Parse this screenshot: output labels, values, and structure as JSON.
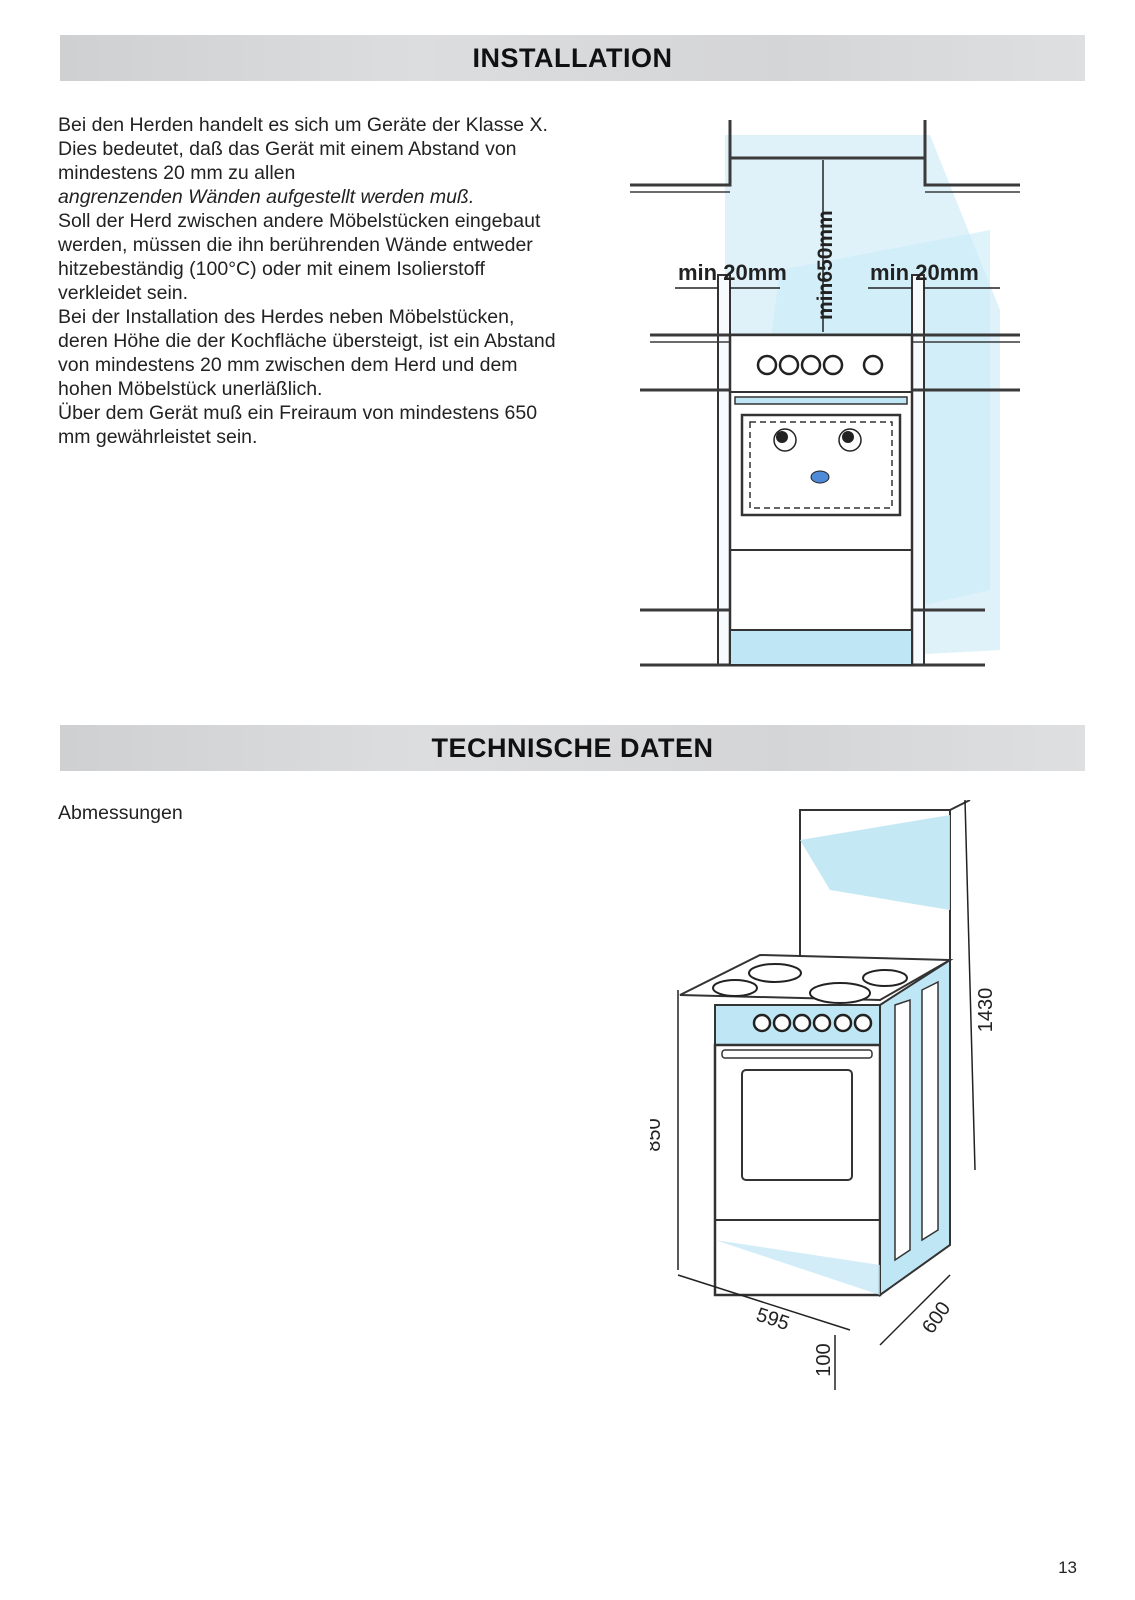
{
  "sections": {
    "installation_title": "INSTALLATION",
    "technical_title": "TECHNISCHE DATEN"
  },
  "installation": {
    "paragraphs": [
      "Bei den Herden handelt es sich um Geräte der Klasse X. Dies bedeutet, daß das Gerät mit einem Abstand von mindestens 20 mm zu allen",
      "angrenzenden Wänden aufgestellt werden muß.",
      "Soll der Herd zwischen andere Möbelstücken eingebaut werden, müssen die ihn berührenden Wände entweder hitzebeständig (100°C) oder mit einem Isolierstoff verkleidet sein.",
      "Bei der Installation des Herdes neben Möbelstücken, deren Höhe die der Kochfläche übersteigt, ist ein Abstand von mindestens 20 mm zwischen dem Herd und dem hohen Möbelstück unerläßlich.",
      "Über dem Gerät muß ein Freiraum von mindestens 650 mm gewährleistet sein."
    ],
    "figure": {
      "left_clearance": "min 20mm",
      "right_clearance": "min 20mm",
      "top_clearance": "min650mm"
    }
  },
  "technical": {
    "dimensions_label": "Abmessungen",
    "figure": {
      "height_total": "1430",
      "height_cooker": "850",
      "width": "595",
      "depth": "600",
      "lid_depth": "100"
    }
  },
  "footer": {
    "page_number": "13"
  },
  "colors": {
    "section_bar": "#d6d7d9",
    "accent_blue": "#bfe6f4",
    "line": "#333333"
  }
}
